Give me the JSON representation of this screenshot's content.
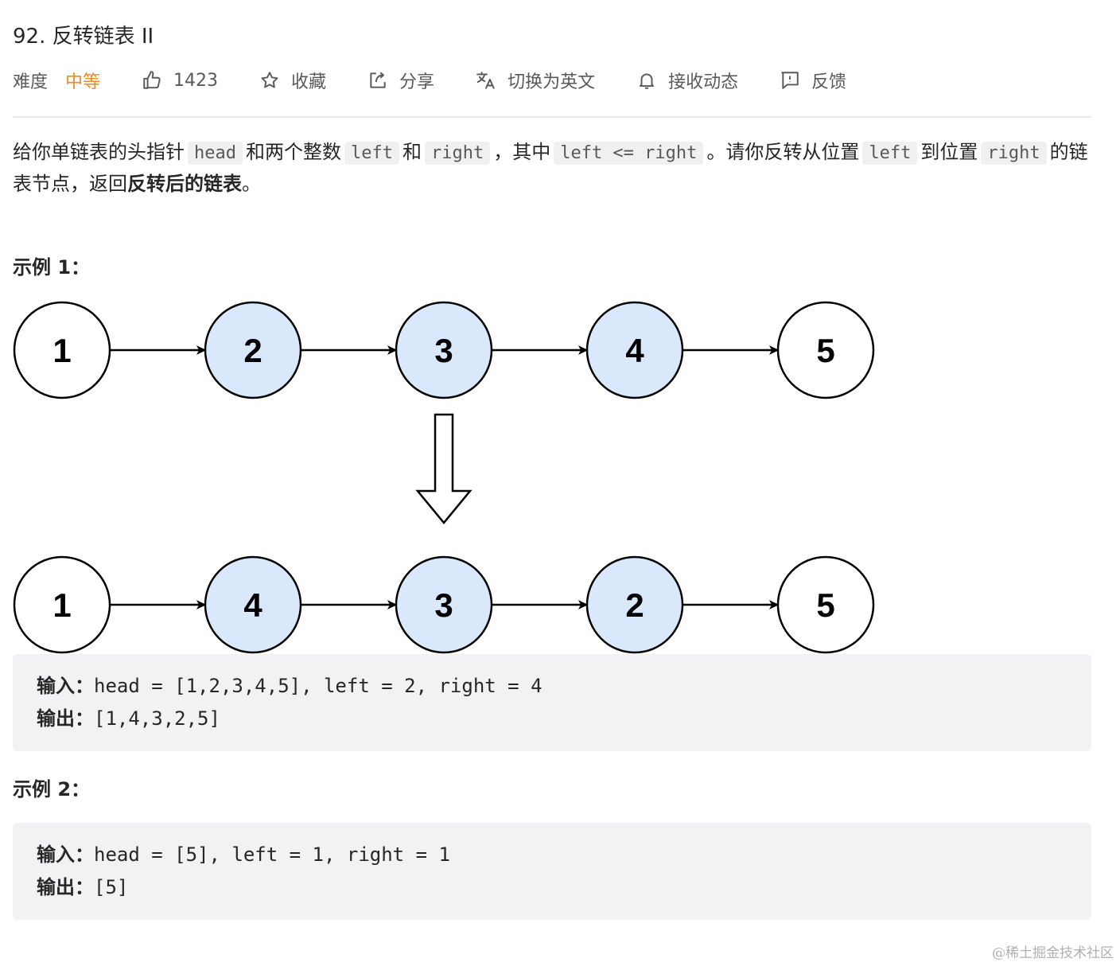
{
  "problem": {
    "title": "92. 反转链表 II"
  },
  "toolbar": {
    "difficulty_label": "难度",
    "difficulty_value": "中等",
    "likes": "1423",
    "favorite": "收藏",
    "share": "分享",
    "switch_lang": "切换为英文",
    "subscribe": "接收动态",
    "feedback": "反馈"
  },
  "description": {
    "t1": "给你单链表的头指针",
    "c1": "head",
    "t2": "和两个整数",
    "c2": "left",
    "t3": "和",
    "c3": "right",
    "t4": "，其中",
    "c4": "left <= right",
    "t5": "。请你反转从位置",
    "c5": "left",
    "t6": "到位置",
    "c6": "right",
    "t7": "的链表节点，返回",
    "bold": "反转后的链表",
    "t8": "。"
  },
  "example1": {
    "title": "示例 1：",
    "before_nodes": [
      "1",
      "2",
      "3",
      "4",
      "5"
    ],
    "after_nodes": [
      "1",
      "4",
      "3",
      "2",
      "5"
    ],
    "input_label": "输入：",
    "input": "head = [1,2,3,4,5], left = 2, right = 4",
    "output_label": "输出：",
    "output": "[1,4,3,2,5]"
  },
  "example2": {
    "title": "示例 2：",
    "input_label": "输入：",
    "input": "head = [5], left = 1, right = 1",
    "output_label": "输出：",
    "output": "[5]"
  },
  "colors": {
    "highlight_node": "#dae8fc",
    "plain_node": "#ffffff",
    "difficulty_medium": "#ef8a22"
  },
  "watermark": "@稀土掘金技术社区"
}
